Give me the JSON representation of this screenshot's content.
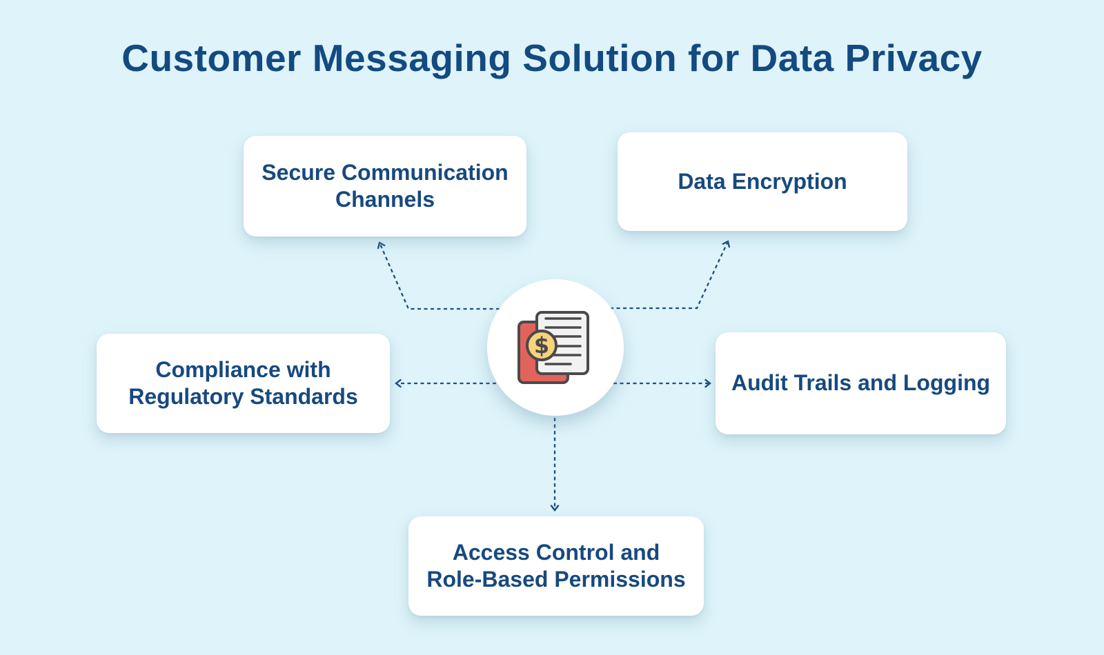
{
  "title": "Customer Messaging Solution for Data Privacy",
  "colors": {
    "background": "#def3fa",
    "card_bg": "#ffffff",
    "title_text": "#134a80",
    "node_text": "#17497f",
    "arrow": "#1d4e7f",
    "icon_red": "#e2635c",
    "icon_paper": "#f2f2f2",
    "icon_outline": "#4a4a4a",
    "icon_coin": "#f7d37e"
  },
  "hub": {
    "icon": "billing-documents-dollar-icon",
    "coin_symbol": "$"
  },
  "nodes": [
    {
      "id": "secure-communication-channels",
      "position": "top-left",
      "lines": [
        "Secure Communication",
        "Channels"
      ]
    },
    {
      "id": "data-encryption",
      "position": "top-right",
      "lines": [
        "Data Encryption"
      ]
    },
    {
      "id": "compliance-regulatory",
      "position": "left",
      "lines": [
        "Compliance with",
        "Regulatory Standards"
      ]
    },
    {
      "id": "audit-trails-logging",
      "position": "right",
      "lines": [
        "Audit Trails and Logging"
      ]
    },
    {
      "id": "access-control-permissions",
      "position": "bottom",
      "lines": [
        "Access Control and",
        "Role-Based Permissions"
      ]
    }
  ]
}
